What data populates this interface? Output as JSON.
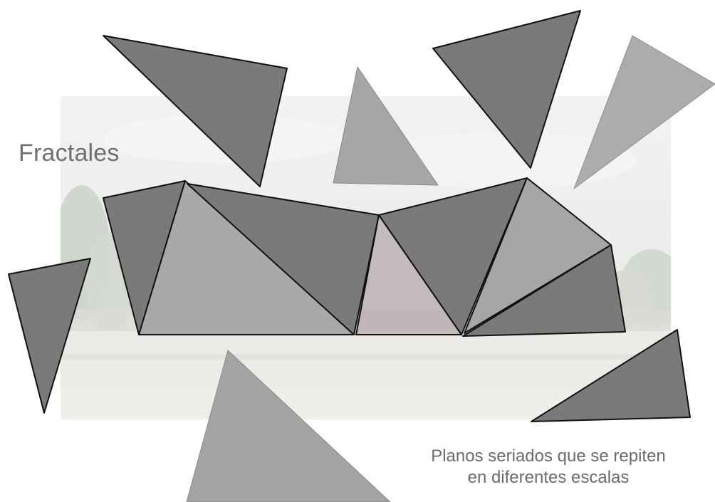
{
  "title": "Fractales",
  "caption": {
    "line1": "Planos seriados que se repiten",
    "line2": "en diferentes escalas"
  },
  "colors": {
    "dark_triangle": "#7a7a7a",
    "light_triangle": "#a8a8a8",
    "outline": "#111111",
    "sky": "#eceeed",
    "trees": "#c9cfc6",
    "ground": "#ecebe8",
    "text": "#6f6f6f"
  }
}
